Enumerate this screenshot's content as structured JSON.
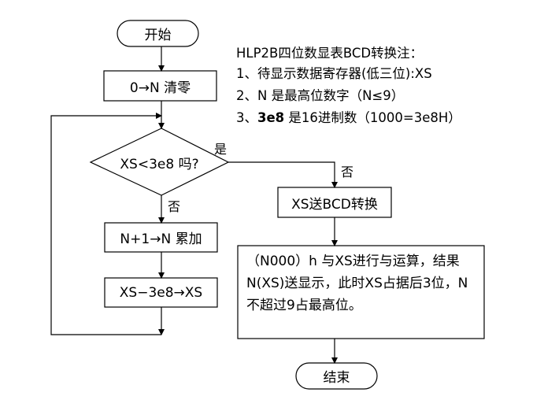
{
  "nodes": {
    "start": "开始",
    "init": "0→N 清零",
    "decision": "XS<3e8 吗?",
    "increment": "N+1→N 累加",
    "subtract": "XS−3e8→XS",
    "bcd": "XS送BCD转换",
    "process": "（N000）h 与XS进行与运算，结果N(XS)送显示，此时XS占据后3位，N不超过9占最高位。",
    "end": "结束"
  },
  "labels": {
    "yes": "是",
    "no_right": "否",
    "no_down": "否"
  },
  "notes": {
    "title": "HLP2B四位数显表BCD转换注：",
    "line1": "1、待显示数据寄存器(低三位):XS",
    "line2": "2、N 是最高位数字（N≤9）",
    "line3_prefix": "3、",
    "line3_bold": "3e8",
    "line3_suffix": " 是16进制数（1000=3e8H）"
  }
}
